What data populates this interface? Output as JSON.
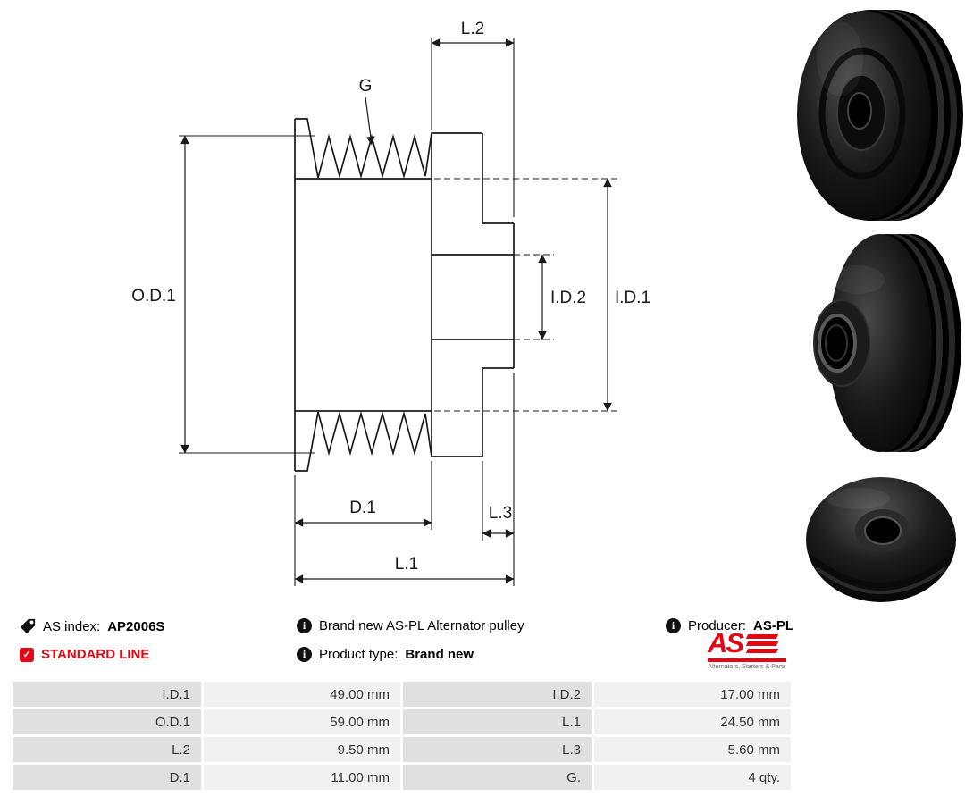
{
  "drawing": {
    "labels": {
      "g": "G",
      "l2": "L.2",
      "od1": "O.D.1",
      "id2": "I.D.2",
      "id1": "I.D.1",
      "d1": "D.1",
      "l3": "L.3",
      "l1": "L.1"
    }
  },
  "info": {
    "as_index_label": "AS index:",
    "as_index_value": "AP2006S",
    "standard_line": "STANDARD LINE",
    "description": "Brand new AS-PL Alternator pulley",
    "product_type_label": "Product type:",
    "product_type_value": "Brand new",
    "producer_label": "Producer:",
    "producer_value": "AS-PL"
  },
  "logo": {
    "text": "AS",
    "tagline": "Alternators, Starters & Parts"
  },
  "icons": {
    "names": [
      "tag-icon",
      "info-icon",
      "check-icon"
    ],
    "info_glyph": "i",
    "check_glyph": "✓"
  },
  "colors": {
    "accent_red": "#e30613",
    "line": "#1a1a1a",
    "table_label_bg": "#e0e0e0",
    "table_value_bg": "#f1f1f1"
  },
  "specs": {
    "rows": [
      {
        "label1": "I.D.1",
        "value1": "49.00 mm",
        "label2": "I.D.2",
        "value2": "17.00 mm"
      },
      {
        "label1": "O.D.1",
        "value1": "59.00 mm",
        "label2": "L.1",
        "value2": "24.50 mm"
      },
      {
        "label1": "L.2",
        "value1": "9.50 mm",
        "label2": "L.3",
        "value2": "5.60 mm"
      },
      {
        "label1": "D.1",
        "value1": "11.00 mm",
        "label2": "G.",
        "value2": "4 qty."
      }
    ]
  }
}
